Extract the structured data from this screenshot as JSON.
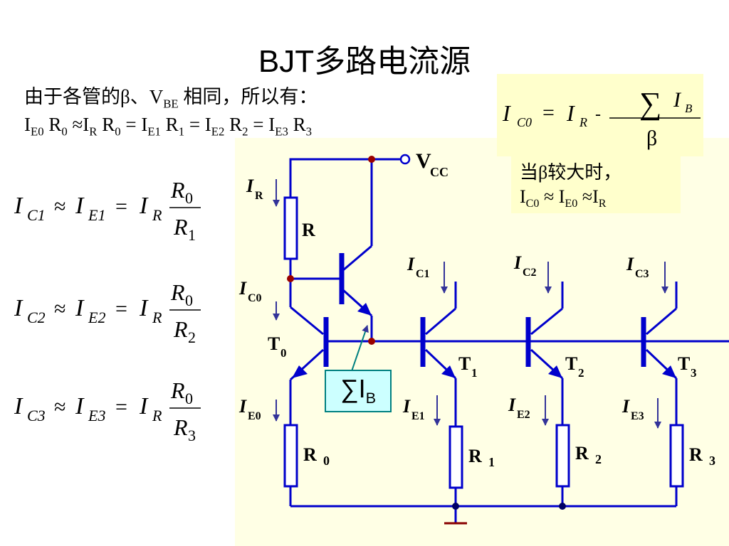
{
  "title": "BJT多路电流源",
  "intro": {
    "line1": {
      "pre": "由于各管的β、V",
      "sub": "BE",
      "post": " 相同，所以有："
    },
    "line2": [
      {
        "t": "I"
      },
      {
        "s": "E0"
      },
      {
        "t": " R"
      },
      {
        "s": "0"
      },
      {
        "t": " ≈I"
      },
      {
        "s": "R"
      },
      {
        "t": " R"
      },
      {
        "s": "0"
      },
      {
        "t": " = I"
      },
      {
        "s": "E1"
      },
      {
        "t": " R"
      },
      {
        "s": "1"
      },
      {
        "t": " = I"
      },
      {
        "s": "E2"
      },
      {
        "t": " R"
      },
      {
        "s": "2"
      },
      {
        "t": " = I"
      },
      {
        "s": "E3"
      },
      {
        "t": " R"
      },
      {
        "s": "3"
      }
    ]
  },
  "formulas": [
    {
      "ic": "C1",
      "ie": "E1",
      "num": "0",
      "den": "1"
    },
    {
      "ic": "C2",
      "ie": "E2",
      "num": "0",
      "den": "2"
    },
    {
      "ic": "C3",
      "ie": "E3",
      "num": "0",
      "den": "3"
    }
  ],
  "formula_box": {
    "lhs": "I",
    "lhs_sub": "C0",
    "eq": "=",
    "rhs": "I",
    "rhs_sub": "R",
    "minus": "-",
    "sum": "∑",
    "sum_var": "I",
    "sum_sub": "B",
    "den": "β"
  },
  "note": {
    "line1": "当β较大时，",
    "line2": [
      {
        "t": "I"
      },
      {
        "s": "C0"
      },
      {
        "t": " ≈ I"
      },
      {
        "s": "E0"
      },
      {
        "t": " ≈I"
      },
      {
        "s": "R"
      }
    ]
  },
  "circuit": {
    "vcc_main": "V",
    "vcc_sub": "CC",
    "resistor_r": "R",
    "sum_ib": {
      "main": "∑I",
      "sub": "B"
    },
    "currents": [
      {
        "main": "I",
        "sub": "R"
      },
      {
        "main": "I",
        "sub": "C0"
      },
      {
        "main": "I",
        "sub": "E0"
      },
      {
        "main": "I",
        "sub": "C1"
      },
      {
        "main": "I",
        "sub": "C2"
      },
      {
        "main": "I",
        "sub": "C3"
      },
      {
        "main": "I",
        "sub": "E1"
      },
      {
        "main": "I",
        "sub": "E2"
      },
      {
        "main": "I",
        "sub": "E3"
      }
    ],
    "transistors": [
      {
        "main": "T",
        "sub": "0"
      },
      {
        "main": "T",
        "sub": "1"
      },
      {
        "main": "T",
        "sub": "2"
      },
      {
        "main": "T",
        "sub": "3"
      }
    ],
    "emitter_resistors": [
      {
        "main": "R ",
        "sub": "0"
      },
      {
        "main": "R ",
        "sub": "1"
      },
      {
        "main": "R ",
        "sub": "2"
      },
      {
        "main": "R ",
        "sub": "3"
      }
    ]
  },
  "colors": {
    "wire": "#0000cc",
    "arrow": "#333399",
    "node": "#990000",
    "ground": "#880000",
    "formula_bg": "#ffffcc",
    "circuit_bg": "#ffffe5",
    "sumib_bg": "#ccffff",
    "sumib_border": "#008080"
  }
}
